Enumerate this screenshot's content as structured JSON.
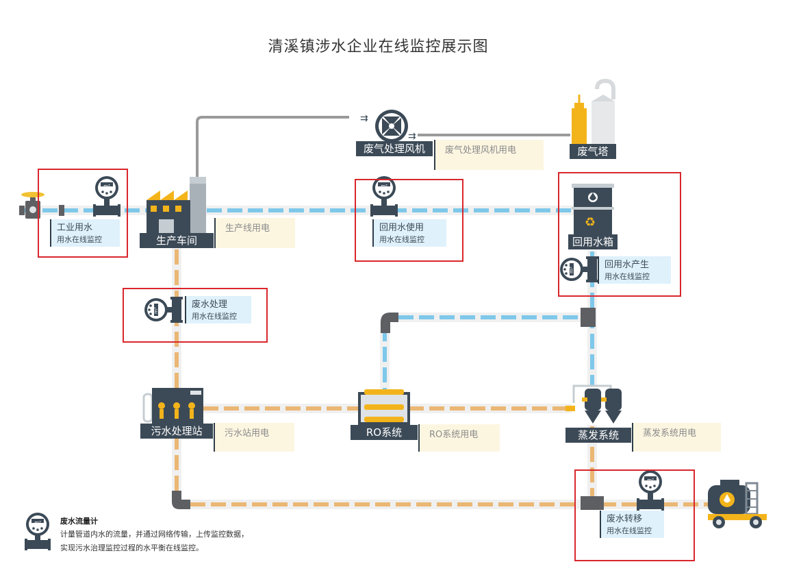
{
  "title": "清溪镇涉水企业在线监控展示图",
  "nodes": {
    "workshop": "生产车间",
    "fan": "废气处理风机",
    "tower": "废气塔",
    "tank": "回用水箱",
    "sewage_station": "污水处理站",
    "ro": "RO系统",
    "evaporation": "蒸发系统"
  },
  "monitors": {
    "industrial": {
      "title": "工业用水",
      "sub": "用水在线监控"
    },
    "reuse_use": {
      "title": "回用水使用",
      "sub": "用水在线监控"
    },
    "reuse_produce": {
      "title": "回用水产生",
      "sub": "用水在线监控"
    },
    "wastewater_treat": {
      "title": "废水处理",
      "sub": "用水在线监控"
    },
    "wastewater_transfer": {
      "title": "废水转移",
      "sub": "用水在线监控"
    }
  },
  "power": {
    "fan": "废气处理风机用电",
    "line": "生产线用电",
    "sewage": "污水站用电",
    "ro": "RO系统用电",
    "evap": "蒸发系统用电"
  },
  "legend": {
    "title": "废水流量计",
    "line1": "计量管道内水的流量，并通过网络传输，上传监控数据，",
    "line2": "实现污水治理监控过程的水平衡在线监控。"
  },
  "meter_unit": "m³",
  "colors": {
    "clean_water": "#7ec8ea",
    "waste_water": "#eab774",
    "gas_pipe": "#9a9a9a",
    "equipment": "#3c4a57",
    "highlight": "#d9262b"
  }
}
